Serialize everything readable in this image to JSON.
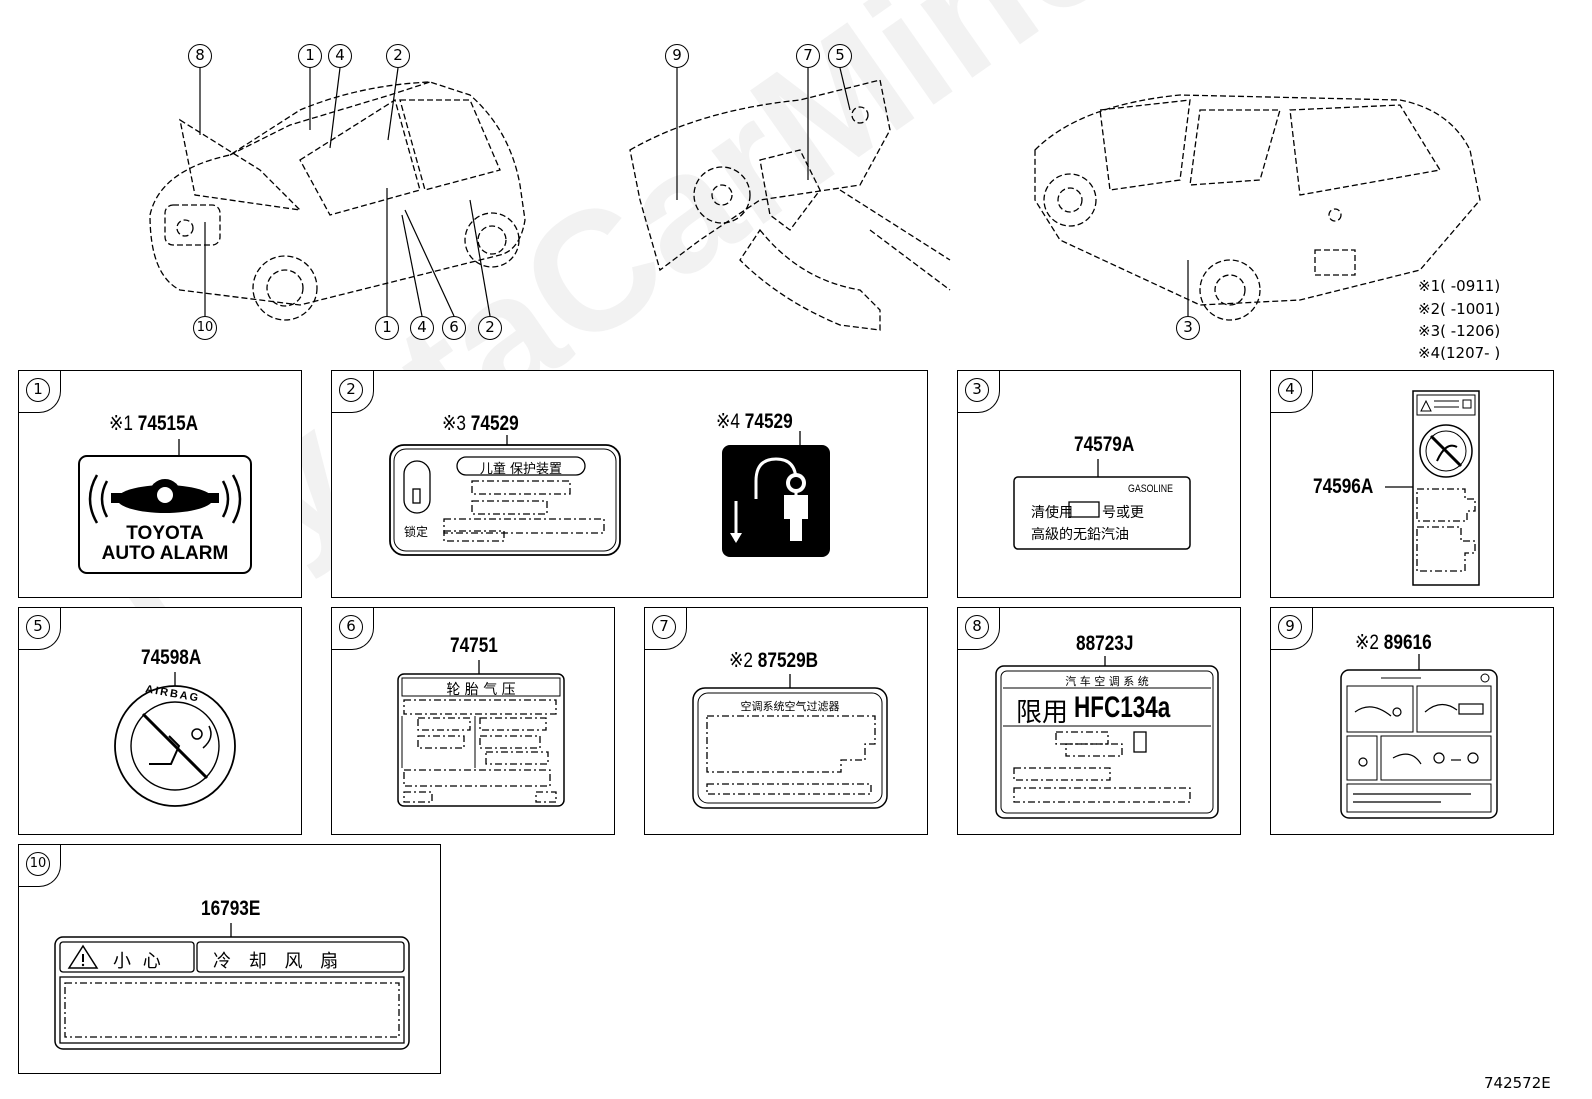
{
  "overview": {
    "callouts_car1": [
      "8",
      "1",
      "4",
      "2",
      "10",
      "1",
      "4",
      "6",
      "2"
    ],
    "callouts_car2": [
      "9",
      "7",
      "5"
    ],
    "callouts_car3": [
      "3"
    ]
  },
  "notes": [
    {
      "mark": "※1",
      "range": "(        -0911)"
    },
    {
      "mark": "※2",
      "range": "(        -1001)"
    },
    {
      "mark": "※3",
      "range": "(        -1206)"
    },
    {
      "mark": "※4",
      "range": "(1207-        )"
    }
  ],
  "panels": [
    {
      "id": "1",
      "parts": [
        {
          "prefix": "※1",
          "number": "74515A"
        }
      ],
      "label_text": [
        "TOYOTA",
        "AUTO ALARM"
      ]
    },
    {
      "id": "2",
      "parts": [
        {
          "prefix": "※3",
          "number": "74529"
        },
        {
          "prefix": "※4",
          "number": "74529"
        }
      ],
      "label_text": [
        "儿童 保护装置",
        "锁定"
      ]
    },
    {
      "id": "3",
      "parts": [
        {
          "prefix": "",
          "number": "74579A"
        }
      ],
      "label_text": [
        "GASOLINE",
        "清使用",
        "号或更",
        "高級的无鉛汽油"
      ]
    },
    {
      "id": "4",
      "parts": [
        {
          "prefix": "",
          "number": "74596A"
        }
      ],
      "label_text": []
    },
    {
      "id": "5",
      "parts": [
        {
          "prefix": "",
          "number": "74598A"
        }
      ],
      "label_text": [
        "AIRBAG"
      ]
    },
    {
      "id": "6",
      "parts": [
        {
          "prefix": "",
          "number": "74751"
        }
      ],
      "label_text": [
        "轮 胎 气 压"
      ]
    },
    {
      "id": "7",
      "parts": [
        {
          "prefix": "※2",
          "number": "87529B"
        }
      ],
      "label_text": [
        "空调系统空气过滤器"
      ]
    },
    {
      "id": "8",
      "parts": [
        {
          "prefix": "",
          "number": "88723J"
        }
      ],
      "label_text": [
        "汽 车 空 调 系 统",
        "限用",
        "HFC134a"
      ]
    },
    {
      "id": "9",
      "parts": [
        {
          "prefix": "※2",
          "number": "89616"
        }
      ],
      "label_text": []
    },
    {
      "id": "10",
      "parts": [
        {
          "prefix": "",
          "number": "16793E"
        }
      ],
      "label_text": [
        "小 心",
        "冷 却 风 扇"
      ]
    }
  ],
  "diagram_code": "742572E",
  "watermark": "ToyotaCarMine.ru"
}
